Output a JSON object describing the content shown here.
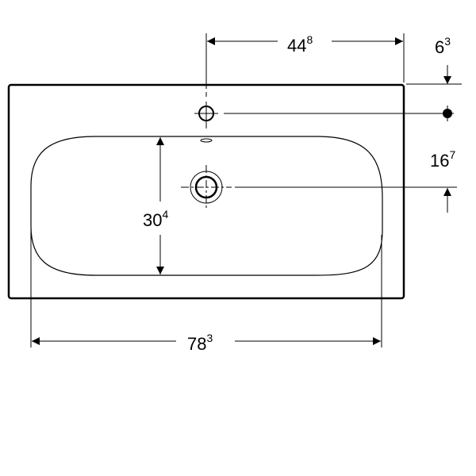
{
  "drawing": {
    "dimensions": {
      "tap_offset": {
        "main": "44",
        "sup": "8"
      },
      "top_edge": {
        "main": "6",
        "sup": "3"
      },
      "drain_to_tap": {
        "main": "16",
        "sup": "7"
      },
      "bowl_depth": {
        "main": "30",
        "sup": "4"
      },
      "bowl_width": {
        "main": "78",
        "sup": "3"
      }
    },
    "colors": {
      "line": "#000000",
      "background": "#ffffff"
    }
  }
}
